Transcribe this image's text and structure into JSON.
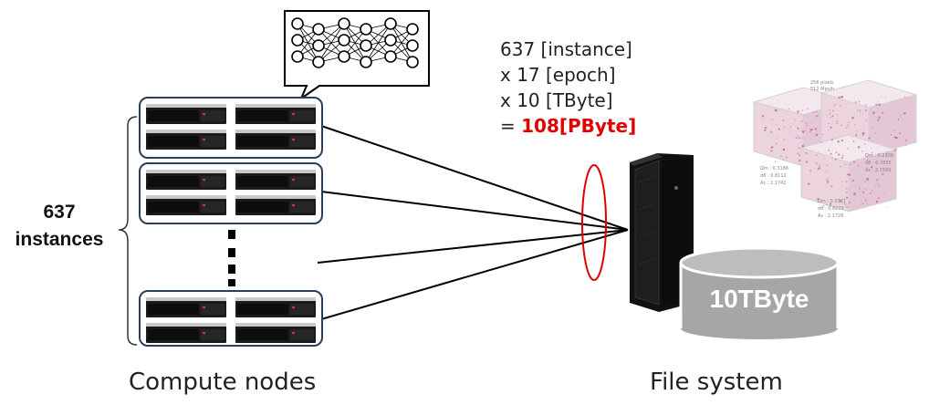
{
  "instances": {
    "count": "637",
    "label": "instances"
  },
  "formula": {
    "line1": "637 [instance]",
    "line2": "x 17 [epoch]",
    "line3": "x 10 [TByte]",
    "prefix": "= ",
    "total": "108[PByte]"
  },
  "storage": {
    "label": "10TByte"
  },
  "captions": {
    "compute": "Compute nodes",
    "filesystem": "File system"
  },
  "colors": {
    "accent": "#e00000",
    "node_border": "#2c3e5c",
    "storage_fill": "#a6a6a6",
    "rack": "#1a1a1a"
  }
}
